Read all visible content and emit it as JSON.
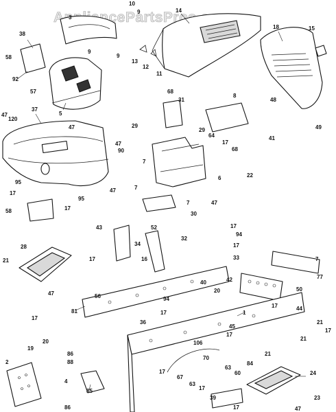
{
  "watermark": "AppliancePartsPros.com",
  "callouts": [
    {
      "id": "c10",
      "text": "10"
    },
    {
      "id": "c3",
      "text": "3"
    },
    {
      "id": "c9a",
      "text": "9"
    },
    {
      "id": "c9b",
      "text": "9"
    },
    {
      "id": "c9c",
      "text": "9"
    },
    {
      "id": "c14",
      "text": "14"
    },
    {
      "id": "c18",
      "text": "18"
    },
    {
      "id": "c15",
      "text": "15"
    },
    {
      "id": "c38",
      "text": "38"
    },
    {
      "id": "c58a",
      "text": "58"
    },
    {
      "id": "c92",
      "text": "92"
    },
    {
      "id": "c57",
      "text": "57"
    },
    {
      "id": "c5",
      "text": "5"
    },
    {
      "id": "c13",
      "text": "13"
    },
    {
      "id": "c12",
      "text": "12"
    },
    {
      "id": "c11",
      "text": "11"
    },
    {
      "id": "c68a",
      "text": "68"
    },
    {
      "id": "c31",
      "text": "31"
    },
    {
      "id": "c8",
      "text": "8"
    },
    {
      "id": "c48",
      "text": "48"
    },
    {
      "id": "c41",
      "text": "41"
    },
    {
      "id": "c49",
      "text": "49"
    },
    {
      "id": "c37",
      "text": "37"
    },
    {
      "id": "c47a",
      "text": "47"
    },
    {
      "id": "c120",
      "text": "120"
    },
    {
      "id": "c47b",
      "text": "47"
    },
    {
      "id": "c29a",
      "text": "29"
    },
    {
      "id": "c29b",
      "text": "29"
    },
    {
      "id": "c64",
      "text": "64"
    },
    {
      "id": "c17a",
      "text": "17"
    },
    {
      "id": "c68b",
      "text": "68"
    },
    {
      "id": "c47c",
      "text": "47"
    },
    {
      "id": "c90",
      "text": "90"
    },
    {
      "id": "c7a",
      "text": "7"
    },
    {
      "id": "c6",
      "text": "6"
    },
    {
      "id": "c22",
      "text": "22"
    },
    {
      "id": "c7b",
      "text": "7"
    },
    {
      "id": "c7c",
      "text": "7"
    },
    {
      "id": "c47d",
      "text": "47"
    },
    {
      "id": "c95a",
      "text": "95"
    },
    {
      "id": "c17b",
      "text": "17"
    },
    {
      "id": "c95b",
      "text": "95"
    },
    {
      "id": "c17c",
      "text": "17"
    },
    {
      "id": "c58b",
      "text": "58"
    },
    {
      "id": "c47e",
      "text": "47"
    },
    {
      "id": "c30",
      "text": "30"
    },
    {
      "id": "c43",
      "text": "43"
    },
    {
      "id": "c52",
      "text": "52"
    },
    {
      "id": "c17d",
      "text": "17"
    },
    {
      "id": "c94a",
      "text": "94"
    },
    {
      "id": "c32",
      "text": "32"
    },
    {
      "id": "c34",
      "text": "34"
    },
    {
      "id": "c17e",
      "text": "17"
    },
    {
      "id": "c33",
      "text": "33"
    },
    {
      "id": "c7d",
      "text": "7"
    },
    {
      "id": "c28",
      "text": "28"
    },
    {
      "id": "c21a",
      "text": "21"
    },
    {
      "id": "c17f",
      "text": "17"
    },
    {
      "id": "c16",
      "text": "16"
    },
    {
      "id": "c56",
      "text": "56"
    },
    {
      "id": "c77",
      "text": "77"
    },
    {
      "id": "c42",
      "text": "42"
    },
    {
      "id": "c50",
      "text": "50"
    },
    {
      "id": "c40",
      "text": "40"
    },
    {
      "id": "c20a",
      "text": "20"
    },
    {
      "id": "c47f",
      "text": "47"
    },
    {
      "id": "c94b",
      "text": "94"
    },
    {
      "id": "c17g",
      "text": "17"
    },
    {
      "id": "c36",
      "text": "36"
    },
    {
      "id": "c81",
      "text": "81"
    },
    {
      "id": "c1",
      "text": "1"
    },
    {
      "id": "c17h",
      "text": "17"
    },
    {
      "id": "c17i",
      "text": "17"
    },
    {
      "id": "c44",
      "text": "44"
    },
    {
      "id": "c21b",
      "text": "21"
    },
    {
      "id": "c17j",
      "text": "17"
    },
    {
      "id": "c45",
      "text": "45"
    },
    {
      "id": "c17k",
      "text": "17"
    },
    {
      "id": "c21c",
      "text": "21"
    },
    {
      "id": "c20b",
      "text": "20"
    },
    {
      "id": "c19",
      "text": "19"
    },
    {
      "id": "c106",
      "text": "106"
    },
    {
      "id": "c70",
      "text": "70"
    },
    {
      "id": "c63a",
      "text": "63"
    },
    {
      "id": "c60",
      "text": "60"
    },
    {
      "id": "c84",
      "text": "84"
    },
    {
      "id": "c21d",
      "text": "21"
    },
    {
      "id": "c24",
      "text": "24"
    },
    {
      "id": "c2",
      "text": "2"
    },
    {
      "id": "c86",
      "text": "86"
    },
    {
      "id": "c88",
      "text": "88"
    },
    {
      "id": "c4",
      "text": "4"
    },
    {
      "id": "c17l",
      "text": "17"
    },
    {
      "id": "c67",
      "text": "67"
    },
    {
      "id": "c63b",
      "text": "63"
    },
    {
      "id": "c17m",
      "text": "17"
    },
    {
      "id": "c85",
      "text": "85"
    },
    {
      "id": "c39",
      "text": "39"
    },
    {
      "id": "c17n",
      "text": "17"
    },
    {
      "id": "c23",
      "text": "23"
    },
    {
      "id": "c86b",
      "text": "86"
    },
    {
      "id": "c47g",
      "text": "47"
    }
  ]
}
